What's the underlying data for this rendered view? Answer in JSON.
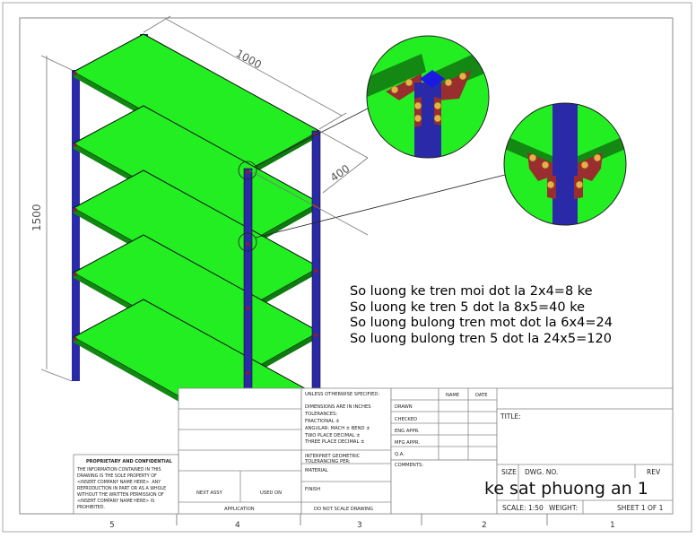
{
  "dimensions": {
    "length": "1000",
    "width": "400",
    "height": "1500"
  },
  "notes": [
    "So luong ke tren moi dot la 2x4=8 ke",
    "So luong ke tren 5 dot la 8x5=40 ke",
    "So luong bulong tren mot dot la 6x4=24",
    "So luong bulong tren 5 dot la 24x5=120"
  ],
  "title_block": {
    "unless": "UNLESS OTHERWISE SPECIFIED:",
    "dims_inches": "DIMENSIONS ARE IN INCHES",
    "tolerances": "TOLERANCES:",
    "fractional": "FRACTIONAL ±",
    "angular": "ANGULAR: MACH ±    BEND ±",
    "two_place": "TWO PLACE DECIMAL    ±",
    "three_place": "THREE PLACE DECIMAL    ±",
    "interpret": "INTERPRET GEOMETRIC",
    "tolerancing": "TOLERANCING PER:",
    "material": "MATERIAL",
    "finish": "FINISH",
    "do_not_scale": "DO NOT SCALE DRAWING",
    "name": "NAME",
    "date": "DATE",
    "drawn": "DRAWN",
    "checked": "CHECKED",
    "eng_appr": "ENG APPR.",
    "mfg_appr": "MFG APPR.",
    "qa": "Q.A.",
    "comments": "COMMENTS:",
    "title_label": "TITLE:",
    "size": "SIZE",
    "dwg_no": "DWG.  NO.",
    "rev": "REV",
    "part_name": "ke sat phuong an 1",
    "scale": "SCALE: 1:50",
    "weight": "WEIGHT:",
    "sheet": "SHEET 1 OF 1",
    "next_assy": "NEXT ASSY",
    "used_on": "USED ON",
    "application": "APPLICATION"
  },
  "proprietary": {
    "heading": "PROPRIETARY AND CONFIDENTIAL",
    "lines": [
      "THE INFORMATION CONTAINED IN THIS",
      "DRAWING IS THE SOLE PROPERTY OF",
      "<INSERT COMPANY NAME HERE>.  ANY",
      "REPRODUCTION IN PART OR AS A WHOLE",
      "WITHOUT THE WRITTEN PERMISSION OF",
      "<INSERT COMPANY NAME HERE> IS",
      "PROHIBITED."
    ]
  },
  "zones": [
    "5",
    "4",
    "3",
    "2",
    "1"
  ],
  "colors": {
    "shelf": "#22ee22",
    "post": "#2a2aa8",
    "bracket": "#9a2e2e",
    "bolt": "#e8b04a"
  }
}
